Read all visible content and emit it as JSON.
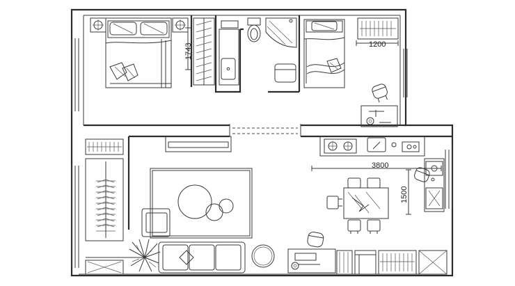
{
  "dimensions": {
    "wardrobe_depth": "1743",
    "desk_width": "1200",
    "kitchen_length": "3800",
    "kitchen_depth": "1500"
  }
}
